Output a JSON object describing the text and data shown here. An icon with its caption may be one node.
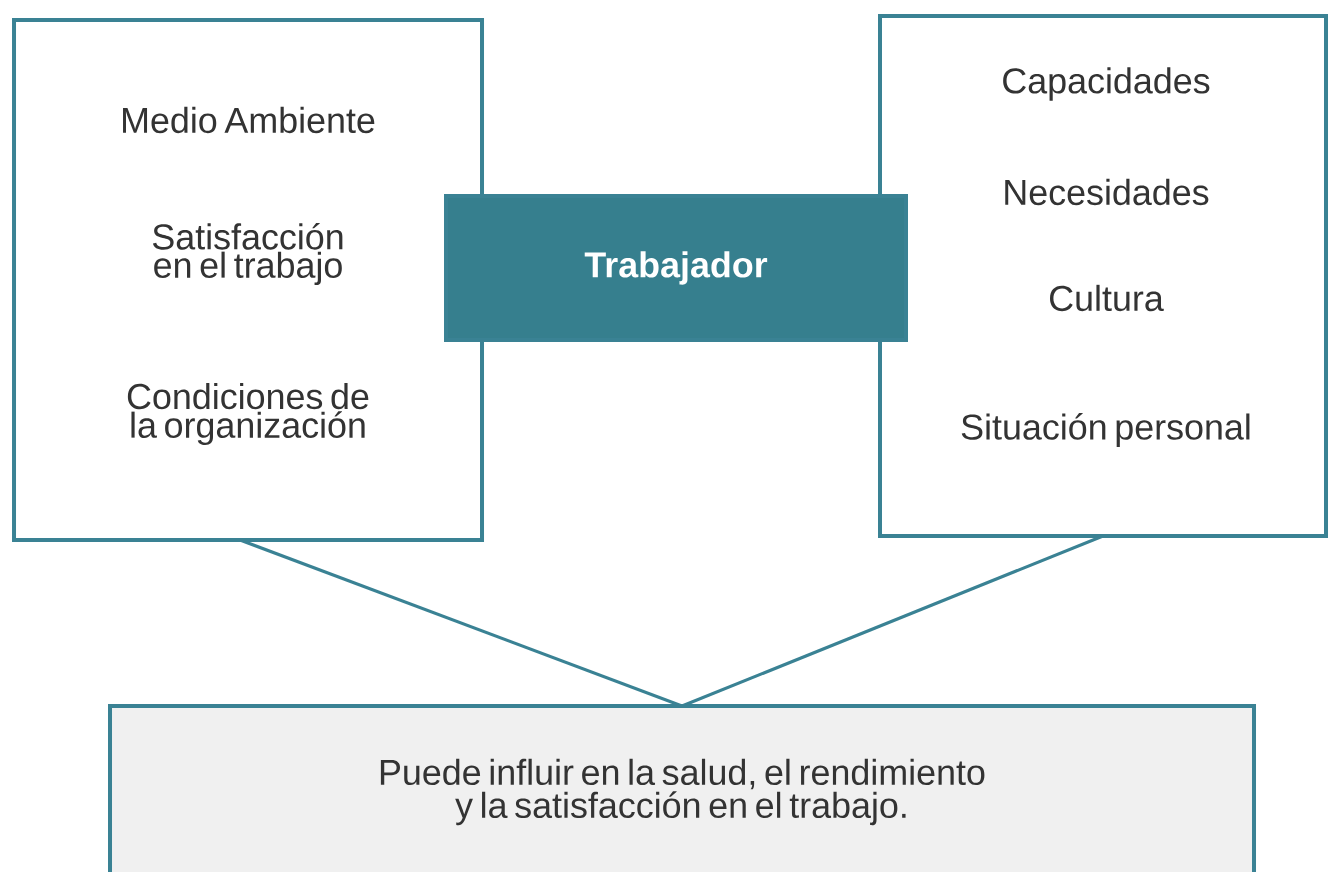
{
  "diagram": {
    "nodes": [
      {
        "text": [
          "Medio Ambiente",
          "Satisfacción en el trabajo",
          "Condiciones de la organización"
        ]
      },
      {
        "text": [
          "Trabajador"
        ]
      },
      {
        "text": [
          "Capacidades",
          "Necesidades",
          "Cultura",
          "Situación personal"
        ]
      },
      {
        "text": [
          "Puede influir en la salud, el rendimiento y la satisfacción en el trabajo."
        ]
      }
    ],
    "edges": [
      {
        "from": 0,
        "to": 3,
        "arrow": "none"
      },
      {
        "from": 2,
        "to": 3,
        "arrow": "none"
      }
    ]
  }
}
